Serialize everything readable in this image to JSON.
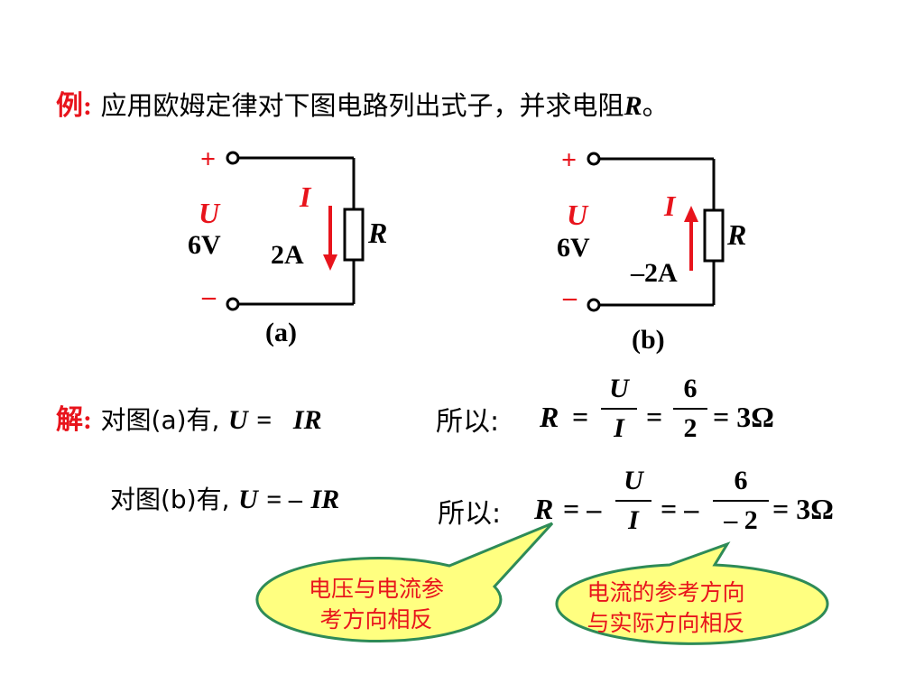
{
  "example": {
    "label": "例",
    "colon": ":",
    "text": "应用欧姆定律对下图电路列出式子，并求电阻",
    "var": "R",
    "end": "。"
  },
  "circuit_a": {
    "plus": "+",
    "minus": "–",
    "voltage_var": "U",
    "voltage_value": "6V",
    "current_var": "I",
    "current_value": "2A",
    "resistor": "R",
    "caption": "(a)"
  },
  "circuit_b": {
    "plus": "+",
    "minus": "–",
    "voltage_var": "U",
    "voltage_value": "6V",
    "current_var": "I",
    "current_value": "–2A",
    "resistor": "R",
    "caption": "(b)"
  },
  "solution": {
    "label": "解",
    "colon": ":",
    "row1": {
      "prefix": "对图(a)有,",
      "eq_lhs": "U",
      "eq_sign": "=",
      "eq_rhs": "IR",
      "so": "所以:",
      "R": "R",
      "eq1": "=",
      "frac1_num": "U",
      "frac1_den": "I",
      "eq2": "=",
      "frac2_num": "6",
      "frac2_den": "2",
      "result": "= 3Ω"
    },
    "row2": {
      "prefix": "对图(b)有,",
      "eq_lhs": "U",
      "eq_sign": "= –",
      "eq_rhs": "IR",
      "so": "所以:",
      "R": "R",
      "eq1": "= –",
      "frac1_num": "U",
      "frac1_den": "I",
      "eq2": "= –",
      "frac2_num": "6",
      "frac2_den": "– 2",
      "result": "= 3Ω"
    }
  },
  "callouts": {
    "left": {
      "line1": "电压与电流参",
      "line2": "考方向相反"
    },
    "right": {
      "line1": "电流的参考方向",
      "line2": "与实际方向相反"
    }
  },
  "colors": {
    "accent_red": "#e8141c",
    "callout_fill": "#ffff80",
    "callout_stroke": "#2e8b57",
    "wire": "#000000"
  }
}
